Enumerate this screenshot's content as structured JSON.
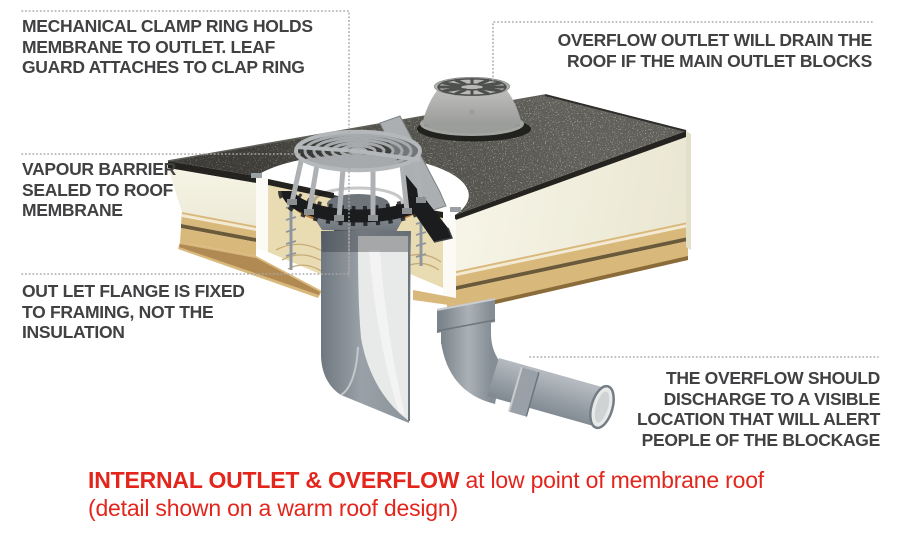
{
  "colors": {
    "red": "#e3251c",
    "ink": "#414042",
    "leader": "#a8a8a8",
    "white": "#ffffff",
    "roof_base": "#56554f",
    "roof_rim": "#24231f",
    "insulation": "#f2f0df",
    "insulation_cut": "#fbfaf4",
    "wood": "#d9b87c",
    "wood_dark": "#96743d",
    "wood_cut": "#eadcb2",
    "wood_ring": "#c6ab77",
    "wood_light": "#f3ead3",
    "copper": "#b97e41",
    "membrane": "#1b1c1e",
    "pipe": "#99a0a7",
    "pipe_dark": "#747d85",
    "pipe_light": "#c7ccce",
    "pipe_inner": "#e8eae9",
    "metal": "#abafb2",
    "metal_dark": "#70757a",
    "dome": "#b6b7b4",
    "dome_dark": "#8d8f8c"
  },
  "annotations": {
    "clamp_ring": {
      "lines": [
        "MECHANICAL CLAMP RING HOLDS",
        "MEMBRANE TO OUTLET. LEAF",
        "GUARD ATTACHES TO CLAP RING"
      ]
    },
    "overflow_outlet": {
      "lines": [
        "OVERFLOW OUTLET WILL DRAIN THE",
        "ROOF IF THE MAIN OUTLET BLOCKS"
      ]
    },
    "vapour_barrier": {
      "lines": [
        "VAPOUR BARRIER",
        "SEALED TO ROOF",
        "MEMBRANE"
      ]
    },
    "outlet_flange": {
      "lines": [
        "OUT LET FLANGE IS FIXED",
        "TO FRAMING, NOT THE",
        "INSULATION"
      ]
    },
    "overflow_discharge": {
      "lines": [
        "THE OVERFLOW SHOULD",
        "DISCHARGE TO A VISIBLE",
        "LOCATION THAT WILL ALERT",
        "PEOPLE OF THE BLOCKAGE"
      ]
    }
  },
  "caption": {
    "title": "INTERNAL OUTLET & OVERFLOW",
    "subtitle": " at low point of membrane roof",
    "line2": "(detail shown on a warm roof design)"
  }
}
